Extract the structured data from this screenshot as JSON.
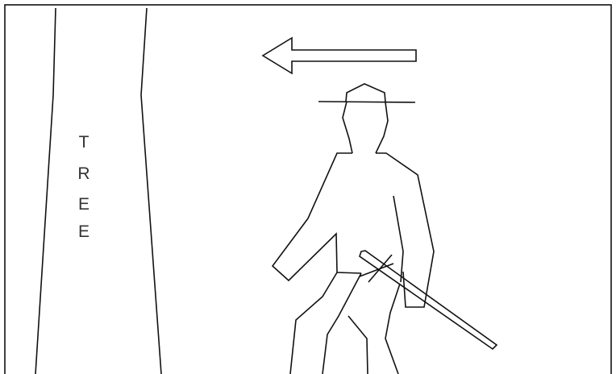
{
  "tree_label": {
    "letters": [
      "T",
      "R",
      "E",
      "E"
    ]
  },
  "arrow": {
    "direction": "left"
  },
  "figure": {
    "description_icon": "man-with-hat-and-sword-icon"
  },
  "colors": {
    "line": "#111111",
    "background": "#ffffff",
    "text": "#333333"
  }
}
